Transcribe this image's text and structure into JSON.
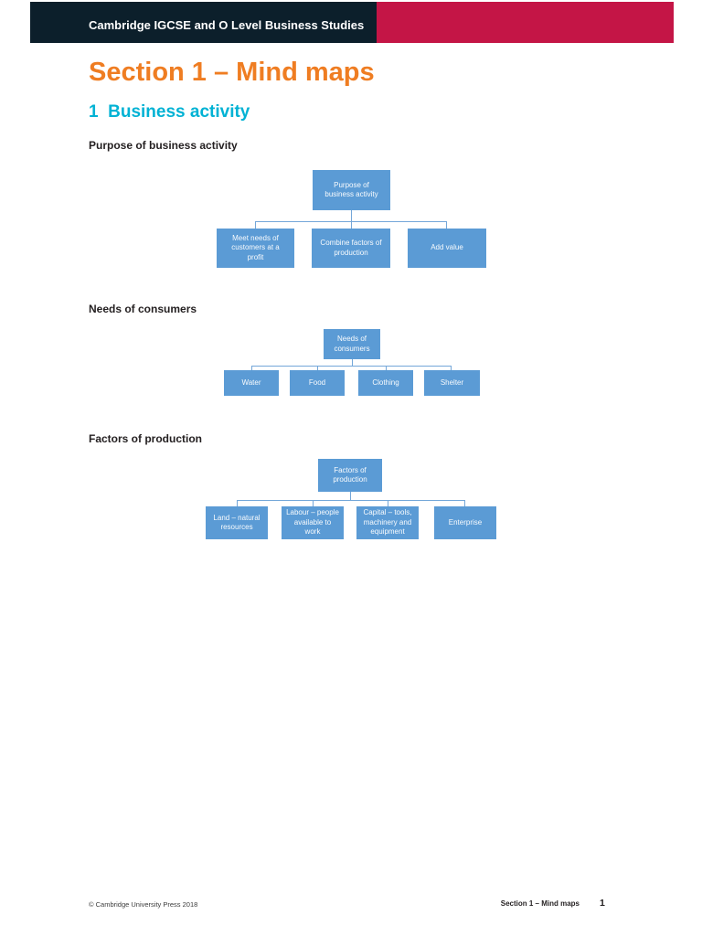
{
  "header": {
    "title": "Cambridge IGCSE and O Level Business Studies"
  },
  "titles": {
    "main": "Section 1 – Mind maps",
    "section": "1  Business activity"
  },
  "maps": [
    {
      "heading": "Purpose of business activity",
      "root": "Purpose of business activity",
      "root_lines": [
        "Purpose of",
        "business activity"
      ],
      "children": [
        "Meet needs of customers at a profit",
        "Combine factors of production",
        "Add value"
      ],
      "children_lines": [
        [
          "Meet needs of",
          "customers at a",
          "profit"
        ],
        [
          "Combine factors of",
          "production"
        ],
        [
          "Add value"
        ]
      ]
    },
    {
      "heading": "Needs of consumers",
      "root": "Needs of consumers",
      "root_lines": [
        "Needs of",
        "consumers"
      ],
      "children": [
        "Water",
        "Food",
        "Clothing",
        "Shelter"
      ],
      "children_lines": [
        [
          "Water"
        ],
        [
          "Food"
        ],
        [
          "Clothing"
        ],
        [
          "Shelter"
        ]
      ]
    },
    {
      "heading": "Factors of production",
      "root": "Factors of production",
      "root_lines": [
        "Factors of",
        "production"
      ],
      "children": [
        "Land – natural resources",
        "Labour – people available to work",
        "Capital – tools, machinery and equipment",
        "Enterprise"
      ],
      "children_lines": [
        [
          "Land – natural",
          "resources"
        ],
        [
          "Labour – people",
          "available to",
          "work"
        ],
        [
          "Capital – tools,",
          "machinery and",
          "equipment"
        ],
        [
          "Enterprise"
        ]
      ]
    }
  ],
  "footer": {
    "copyright": "© Cambridge University Press 2018",
    "section": "Section 1 – Mind maps",
    "page_number": "1"
  },
  "colors": {
    "header_dark": "#0c1f2b",
    "header_red": "#c41546",
    "title_orange": "#ef7d22",
    "section_cyan": "#00b2d4",
    "node_blue": "#5b9bd5",
    "connector_blue": "#74a7d9",
    "body_text": "#231f20"
  }
}
